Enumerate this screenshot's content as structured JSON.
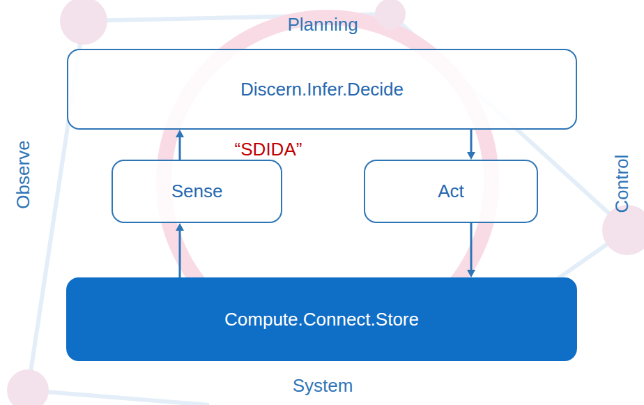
{
  "diagram": {
    "nodes": [
      {
        "text": [
          "Discern.Infer.Decide"
        ]
      },
      {
        "text": [
          "Sense"
        ]
      },
      {
        "text": [
          "Act"
        ]
      },
      {
        "text": [
          "Compute.Connect.Store"
        ]
      }
    ],
    "edges": [
      {
        "from": 1,
        "to": 0,
        "arrow": "to"
      },
      {
        "from": 0,
        "to": 2,
        "arrow": "to"
      },
      {
        "from": 3,
        "to": 1,
        "arrow": "to"
      },
      {
        "from": 2,
        "to": 3,
        "arrow": "to"
      }
    ],
    "labels": [
      "Planning",
      "“SDIDA”",
      "Observe",
      "Control",
      "System"
    ]
  }
}
